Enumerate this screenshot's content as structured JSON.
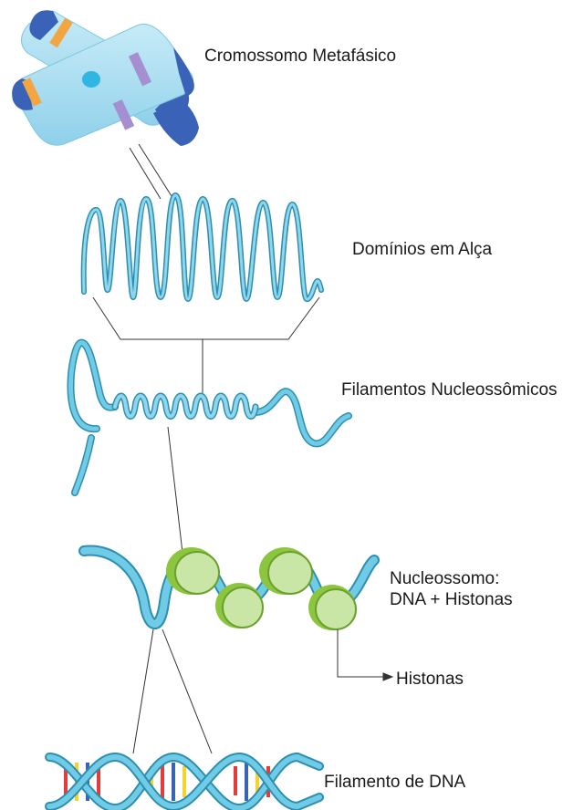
{
  "labels": {
    "chromosome": "Cromossomo Metafásico",
    "loops": "Domínios em Alça",
    "fiber": "Filamentos Nucleossômicos",
    "nucleosome_line1": "Nucleossomo:",
    "nucleosome_line2": "DNA + Histonas",
    "histones": "Histonas",
    "dna": "Filamento de DNA"
  },
  "colors": {
    "strand": "#5bbfda",
    "strand_dark": "#2d8fb0",
    "chromatid_blue": "#3a63b7",
    "chromatid_light": "#a9dcef",
    "band_orange": "#f2a541",
    "band_purple": "#a58fd0",
    "histone_green": "#c9e6a6",
    "histone_ring": "#8cc63f",
    "line": "#333333"
  }
}
